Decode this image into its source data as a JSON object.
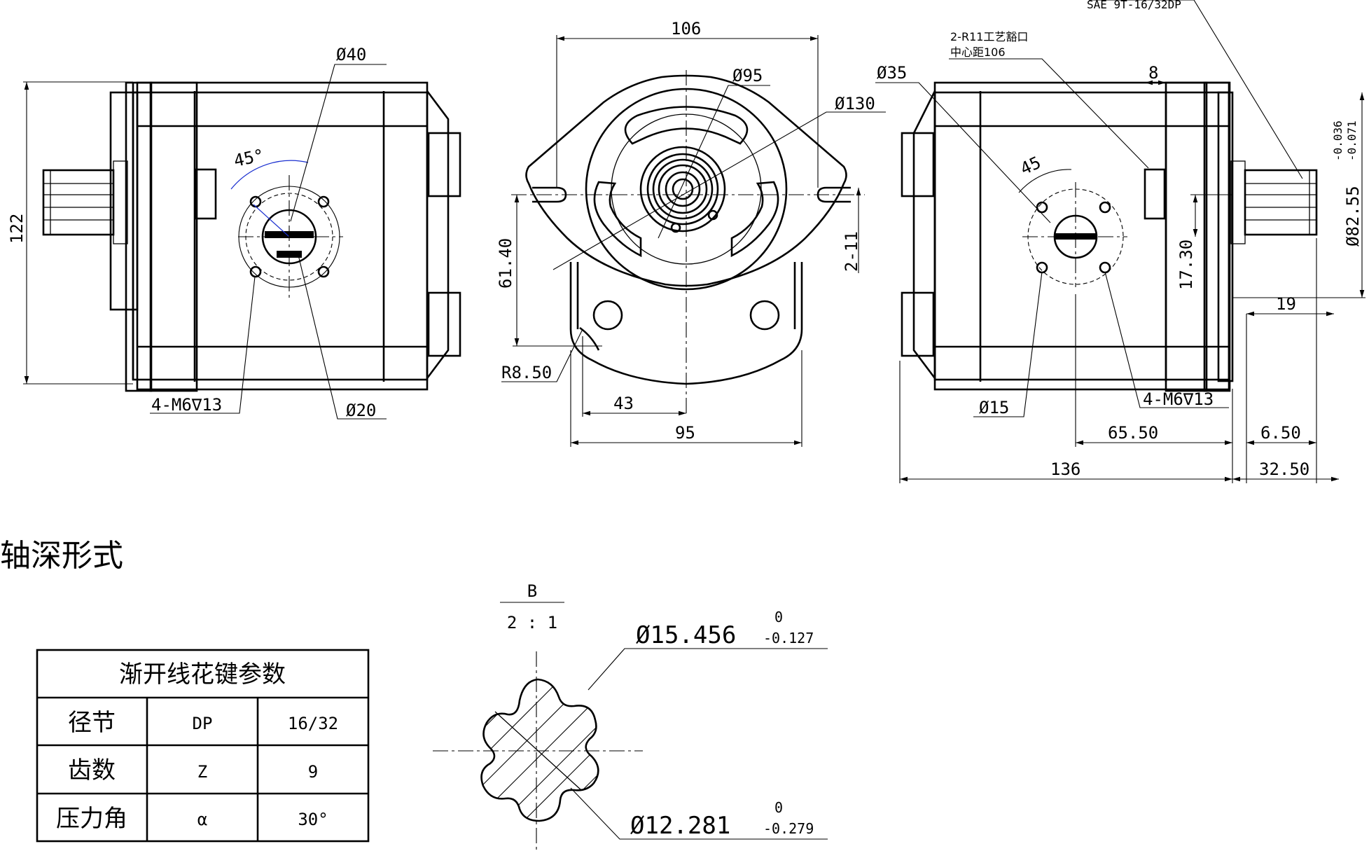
{
  "heading": "轴深形式",
  "left_view": {
    "d40": "Ø40",
    "angle45": "45°",
    "height122": "122",
    "thread": "4-M6∇13",
    "d20": "Ø20"
  },
  "front_view": {
    "w106": "106",
    "d95": "Ø95",
    "d130": "Ø130",
    "h61_40": "61.40",
    "h2_11": "2-11",
    "r8_50": "R8.50",
    "w43": "43",
    "w95": "95"
  },
  "right_view": {
    "sae": "SAE 9T-16/32DP",
    "port_line1": "2-R11工艺豁口",
    "port_line2": "中心距106",
    "d35": "Ø35",
    "w8": "8",
    "tol_upper": "-0.036",
    "tol_lower": "-0.071",
    "d82_55": "Ø82.55",
    "angle45": "45",
    "h17_30": "17.30",
    "w19": "19",
    "d15": "Ø15",
    "thread": "4-M6∇13",
    "w65_50": "65.50",
    "w6_50": "6.50",
    "w136": "136",
    "w32_50": "32.50"
  },
  "spline_table": {
    "title": "渐开线花键参数",
    "rows": [
      [
        "径节",
        "DP",
        "16/32"
      ],
      [
        "齿数",
        "Z",
        "9"
      ],
      [
        "压力角",
        "α",
        "30°"
      ]
    ]
  },
  "section_b": {
    "label": "B",
    "scale": "2 : 1",
    "outer_d": "Ø15.456",
    "outer_tol_upper": "0",
    "outer_tol_lower": "-0.127",
    "inner_d": "Ø12.281",
    "inner_tol_upper": "0",
    "inner_tol_lower": "-0.279"
  }
}
